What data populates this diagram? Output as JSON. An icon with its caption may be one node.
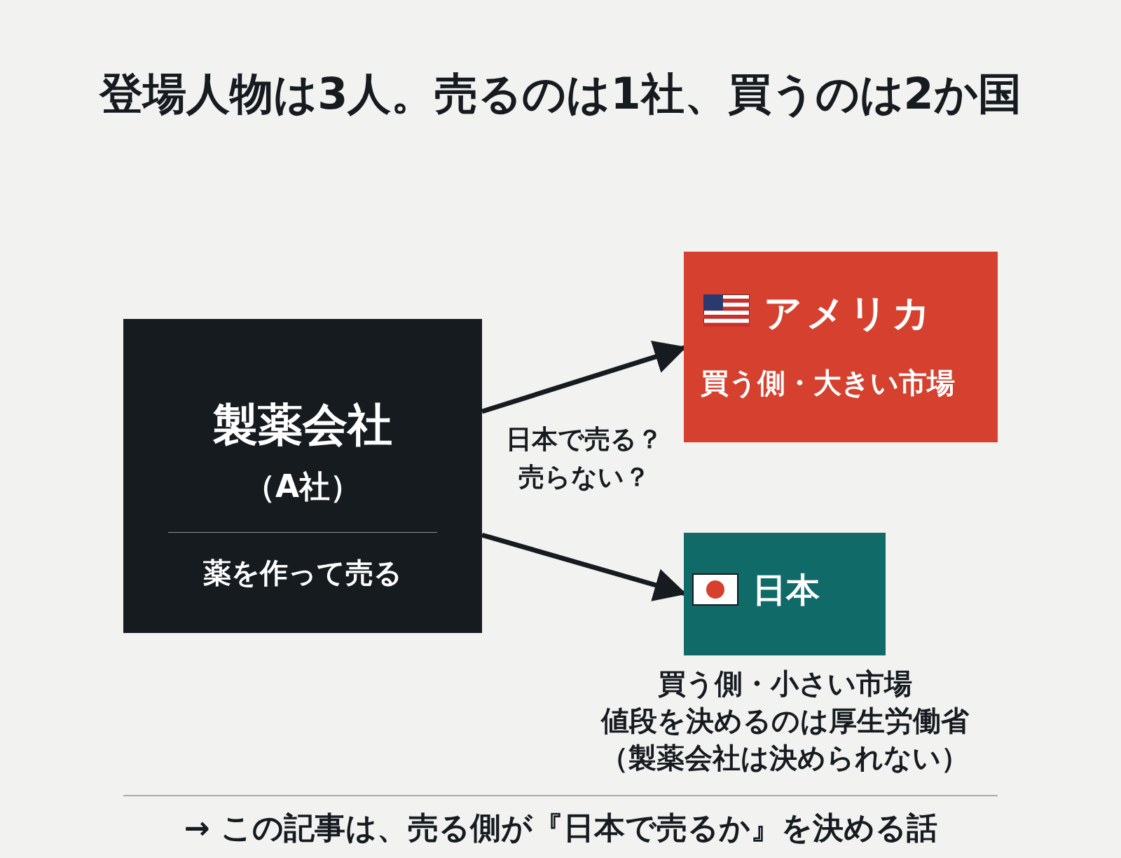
{
  "diagram": {
    "title": "登場人物は3人。売るのは1社、買うのは2か国",
    "nodes": [
      {
        "text": [
          "製薬会社",
          "（A社）",
          "薬を作って売る"
        ]
      },
      {
        "text": [
          "アメリカ",
          "買う側・大きい市場"
        ]
      },
      {
        "text": [
          "日本"
        ],
        "beside": [
          "買う側・小さい市場",
          "値段を決めるのは厚生労働省",
          "（製薬会社は決められない）"
        ]
      }
    ],
    "edges": [
      {
        "from": 0,
        "to": 1,
        "arrow": "to"
      },
      {
        "from": 0,
        "to": 2,
        "arrow": "to"
      }
    ],
    "labels": [
      "日本で売る？売らない？",
      "→ この記事は、売る側が『日本で売るか』を決める話"
    ]
  }
}
